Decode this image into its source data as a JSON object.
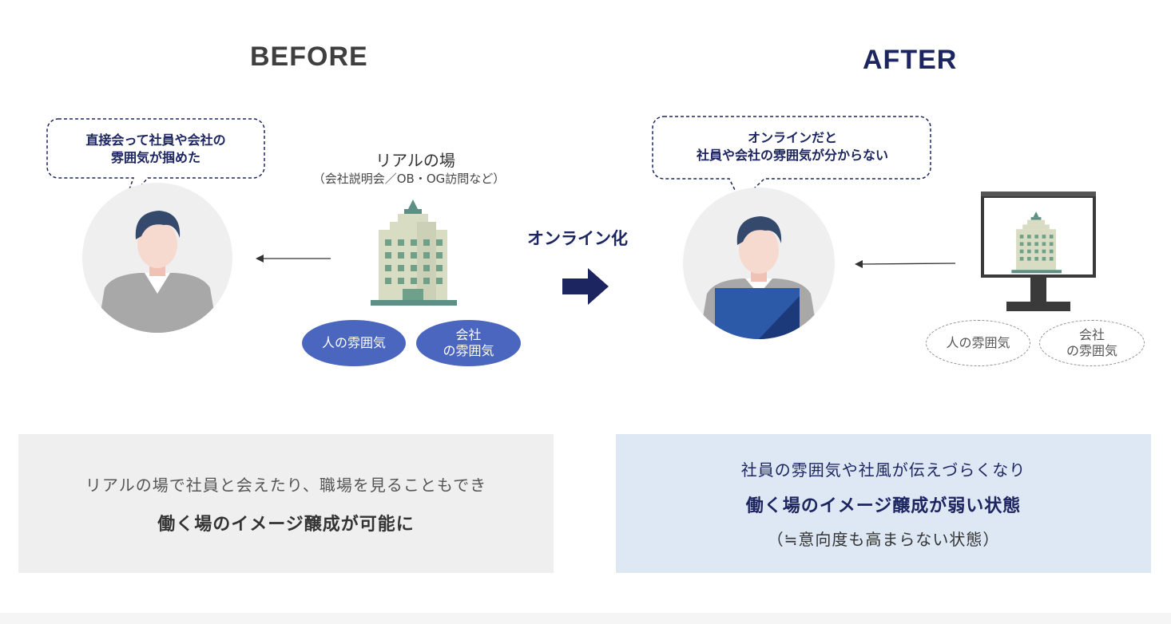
{
  "before": {
    "title": "BEFORE",
    "bubble": {
      "line1": "直接会って社員や会社の",
      "line2": "雰囲気が掴めた"
    },
    "venue": {
      "title": "リアルの場",
      "subtitle": "（会社説明会／OB・OG訪問など）"
    },
    "tags": [
      {
        "line1": "人の雰囲気",
        "line2": ""
      },
      {
        "line1": "会社",
        "line2": "の雰囲気"
      }
    ],
    "panel": {
      "line1": "リアルの場で社員と会えたり、職場を見ることもでき",
      "line2": "働く場のイメージ醸成が可能に"
    }
  },
  "transition": {
    "label": "オンライン化"
  },
  "after": {
    "title": "AFTER",
    "bubble": {
      "line1": "オンラインだと",
      "line2": "社員や会社の雰囲気が分からない"
    },
    "tags": [
      {
        "line1": "人の雰囲気",
        "line2": ""
      },
      {
        "line1": "会社",
        "line2": "の雰囲気"
      }
    ],
    "panel": {
      "line1": "社員の雰囲気や社風が伝えづらくなり",
      "line2": "働く場のイメージ醸成が弱い状態",
      "line3": "（≒意向度も高まらない状態）"
    }
  },
  "colors": {
    "navy": "#1c2560",
    "before_title": "#3f3f3f",
    "tag_fill": "#4b66be",
    "panel_before": "#efefef",
    "panel_after": "#dde8f4",
    "building": "#d8dcc2",
    "window": "#6fa089"
  }
}
